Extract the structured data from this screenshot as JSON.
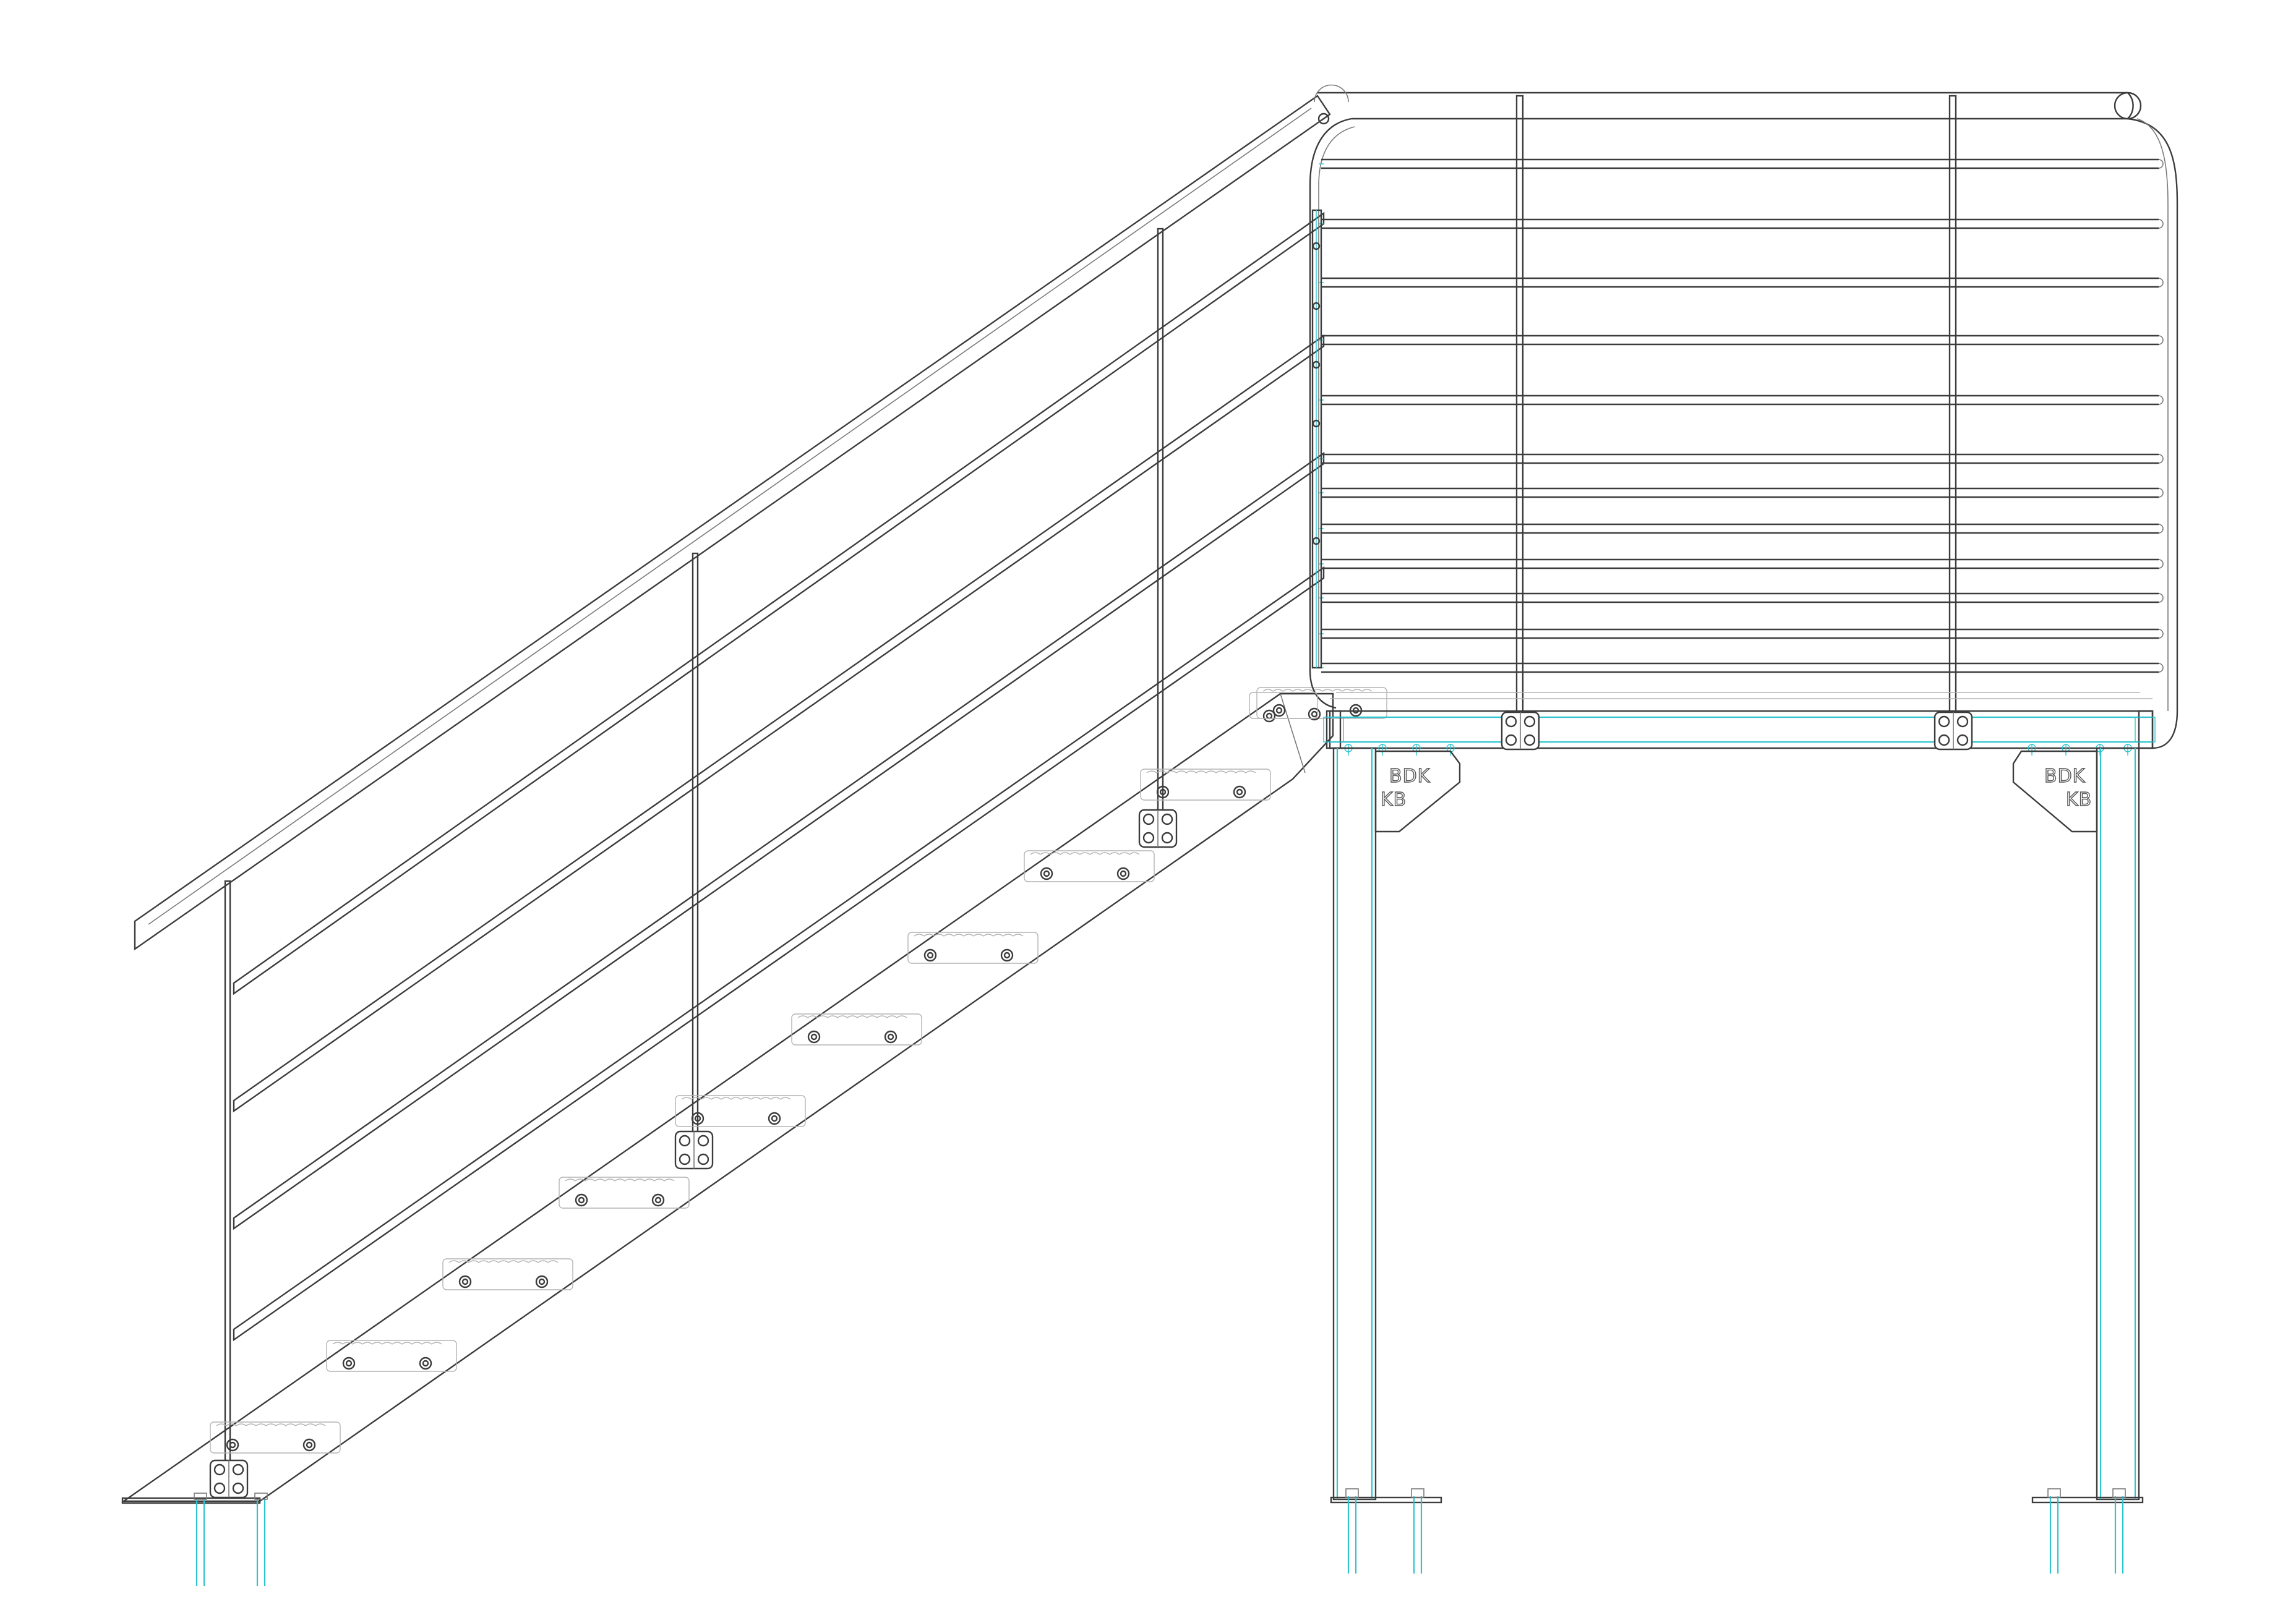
{
  "labels": {
    "left_gusset": [
      "BDK",
      "KB"
    ],
    "right_gusset": [
      "BDK",
      "KB"
    ]
  },
  "colors": {
    "line": "#3c3c3c",
    "cyan": "#2ec4cf",
    "background": "#ffffff"
  }
}
